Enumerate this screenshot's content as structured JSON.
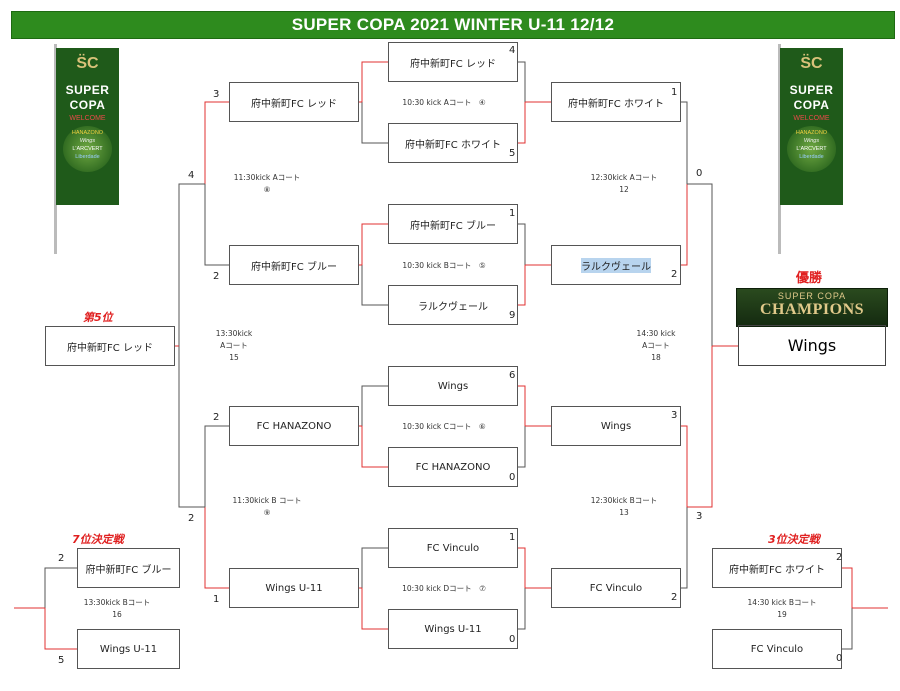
{
  "title": "SUPER COPA  2021  WINTER U-11   12/12",
  "banner": {
    "logo_glyph": "S̈C",
    "super": "SUPER",
    "copa": "COPA",
    "welcome": "WELCOME",
    "sponsors": [
      "HANAZONO",
      "Wings",
      "L'ARCVERT",
      "Liberdade"
    ]
  },
  "teams": {
    "r1a": "府中新町FC レッド",
    "r1b": "府中新町FC ホワイト",
    "r1c": "府中新町FC ブルー",
    "r1d": "ラルクヴェール",
    "r1e": "Wings",
    "r1f": "FC HANAZONO",
    "r1g": "FC Vinculo",
    "r1h": "Wings U-11",
    "q1": "府中新町FC レッド",
    "q2": "府中新町FC ブルー",
    "q3": "FC HANAZONO",
    "q4": "Wings U-11",
    "q5": "府中新町FC ホワイト",
    "q6": "ラルクヴェール",
    "q7": "Wings",
    "q8": "FC Vinculo",
    "fifth": "府中新町FC レッド",
    "seventh_a": "府中新町FC ブルー",
    "seventh_b": "Wings U-11",
    "third_a": "府中新町FC ホワイト",
    "third_b": "FC Vinculo",
    "champion": "Wings"
  },
  "scores": {
    "r1a": "4",
    "r1b": "5",
    "r1c": "1",
    "r1d": "9",
    "r1e": "6",
    "r1f": "0",
    "r1g": "1",
    "r1h": "0",
    "q1": "3",
    "q2": "2",
    "q3": "2",
    "q4": "1",
    "q5": "1",
    "q6": "2",
    "q7": "3",
    "q8": "2",
    "sf_l1": "4",
    "sf_l2": "2",
    "sf_r1": "0",
    "sf_r2": "3",
    "seventh_a": "2",
    "seventh_b": "5",
    "third_a": "2",
    "third_b": "0"
  },
  "matches": {
    "m1": "10:30 kick Aコート　④",
    "m2": "10:30 kick Bコート　⑤",
    "m3": "10:30 kick Cコート　⑥",
    "m4": "10:30 kick Dコート　⑦",
    "m5_time": "11:30kick Aコート",
    "m5_no": "⑧",
    "m6_time": "11:30kick B コート",
    "m6_no": "⑨",
    "m7_time": "12:30kick Aコート",
    "m7_no": "12",
    "m8_time": "12:30kick Bコート",
    "m8_no": "13",
    "m9_l1": "13:30kick",
    "m9_l2": "Aコート",
    "m9_no": "15",
    "m10_l1": "14:30 kick",
    "m10_l2": "Aコート",
    "m10_no": "18",
    "m11_time": "13:30kick Bコート",
    "m11_no": "16",
    "m12_time": "14:30 kick Bコート",
    "m12_no": "19"
  },
  "labels": {
    "fifth": "第5位",
    "seventh": "7位決定戦",
    "third": "3位決定戦",
    "winner": "優勝"
  },
  "champions_badge": {
    "top": "SUPER COPA",
    "main": "CHAMPIONS"
  },
  "colors": {
    "winner_line": "#e03030",
    "loser_line": "#555555",
    "title_bg": "#2e8b1e",
    "banner_bg": "#1f5a1a"
  }
}
